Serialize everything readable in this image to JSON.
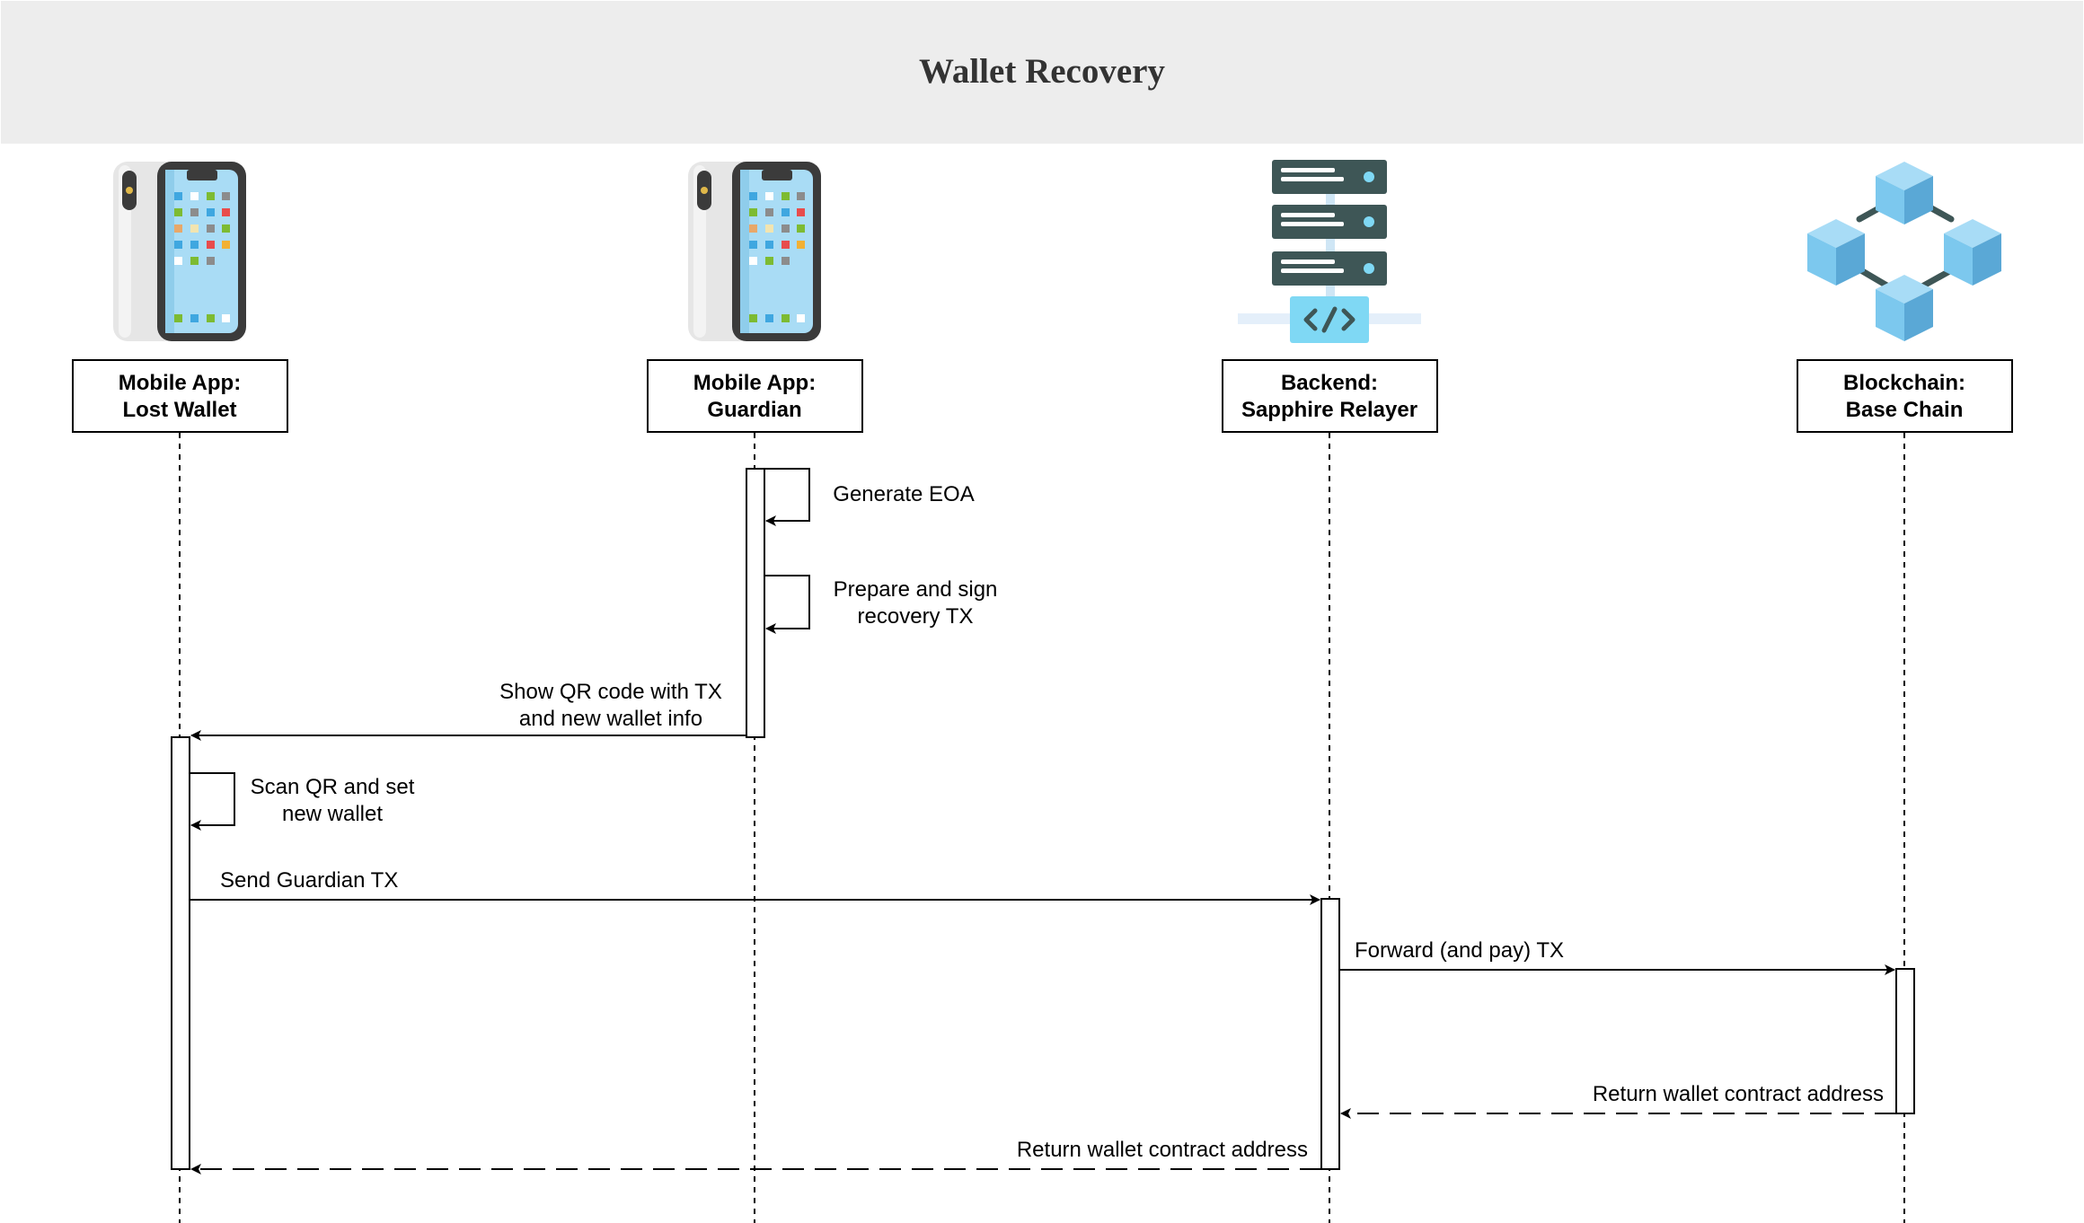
{
  "title": "Wallet Recovery",
  "colors": {
    "header_bg": "#ededed",
    "line": "#000000",
    "phone_frame": "#3b3b3b",
    "phone_screen": "#a9dcf5",
    "server_dark": "#3e5656",
    "server_accent": "#7fd8f4",
    "cube_light": "#a8dcf6",
    "cube_mid": "#7cc8ee",
    "cube_dark": "#5aa8d6"
  },
  "participants": [
    {
      "id": "lost",
      "icon": "phone-icon",
      "line1": "Mobile App:",
      "line2": "Lost Wallet"
    },
    {
      "id": "guardian",
      "icon": "phone-icon",
      "line1": "Mobile App:",
      "line2": "Guardian"
    },
    {
      "id": "relayer",
      "icon": "server-code-icon",
      "line1": "Backend:",
      "line2": "Sapphire Relayer"
    },
    {
      "id": "chain",
      "icon": "blockchain-cubes-icon",
      "line1": "Blockchain:",
      "line2": "Base Chain"
    }
  ],
  "messages": [
    {
      "id": "m1",
      "from": "guardian",
      "to": "guardian",
      "style": "solid",
      "lines": [
        "Generate EOA"
      ]
    },
    {
      "id": "m2",
      "from": "guardian",
      "to": "guardian",
      "style": "solid",
      "lines": [
        "Prepare and sign",
        "recovery TX"
      ]
    },
    {
      "id": "m3",
      "from": "guardian",
      "to": "lost",
      "style": "solid",
      "lines": [
        "Show QR code with TX",
        "and new wallet info"
      ]
    },
    {
      "id": "m4",
      "from": "lost",
      "to": "lost",
      "style": "solid",
      "lines": [
        "Scan QR and set",
        "new wallet"
      ]
    },
    {
      "id": "m5",
      "from": "lost",
      "to": "relayer",
      "style": "solid",
      "lines": [
        "Send Guardian TX"
      ]
    },
    {
      "id": "m6",
      "from": "relayer",
      "to": "chain",
      "style": "solid",
      "lines": [
        "Forward (and pay) TX"
      ]
    },
    {
      "id": "m7",
      "from": "chain",
      "to": "relayer",
      "style": "dashed",
      "lines": [
        "Return wallet contract address"
      ]
    },
    {
      "id": "m8",
      "from": "relayer",
      "to": "lost",
      "style": "dashed",
      "lines": [
        "Return wallet contract address"
      ]
    }
  ]
}
